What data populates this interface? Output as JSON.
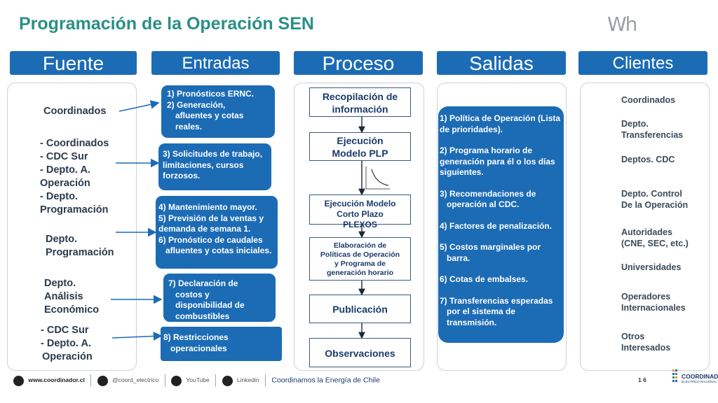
{
  "title": "Programación de la Operación SEN",
  "logo_text": "Wh",
  "headers": [
    "Fuente",
    "Entradas",
    "Proceso",
    "Salidas",
    "Clientes"
  ],
  "sources": [
    [
      "Coordinados"
    ],
    [
      "- Coordinados",
      "- CDC Sur",
      "- Depto. A.",
      "Operación",
      "- Depto.",
      "Programación"
    ],
    [
      "Depto.",
      "Programación"
    ],
    [
      "Depto.",
      "Análisis",
      "Económico"
    ],
    [
      "- CDC Sur",
      "- Depto. A.",
      "Operación"
    ]
  ],
  "inputs": [
    [
      "1) Pronósticos ERNC.",
      "2) Generación,",
      "afluentes y cotas",
      "reales."
    ],
    [
      "3) Solicitudes de trabajo,",
      "limitaciones, cursos",
      "forzosos."
    ],
    [
      "4) Mantenimiento mayor.",
      "5) Previsión de la ventas y",
      "demanda de semana 1.",
      "6) Pronóstico de caudales",
      "afluentes y cotas iniciales."
    ],
    [
      "7) Declaración de",
      "costos y",
      "disponibilidad de",
      "combustibles"
    ],
    [
      "8) Restricciones",
      "operacionales"
    ]
  ],
  "process": [
    [
      "Recopilación de",
      "información"
    ],
    [
      "Ejecución",
      "Modelo PLP"
    ],
    [
      "Ejecución Modelo",
      "Corto Plazo",
      "PLEXOS"
    ],
    [
      "Elaboración de",
      "Políticas de Operación",
      "y Programa de",
      "generación horario"
    ],
    [
      "Publicación"
    ],
    [
      "Observaciones"
    ]
  ],
  "outputs": [
    [
      "1) Política de Operación (Lista",
      "de prioridades)."
    ],
    [
      "2) Programa horario de",
      "generación para él o los días",
      "siguientes."
    ],
    [
      "3) Recomendaciones de",
      "operación al CDC."
    ],
    [
      "4) Factores de penalización."
    ],
    [
      "5) Costos marginales por",
      "barra."
    ],
    [
      "6) Cotas de  embalses."
    ],
    [
      "7) Transferencias esperadas",
      "por el sistema de",
      "transmisión."
    ]
  ],
  "clients": [
    [
      "Coordinados"
    ],
    [
      "Depto.",
      "Transferencias"
    ],
    [
      "Deptos. CDC"
    ],
    [
      "Depto. Control",
      "De la Operación"
    ],
    [
      "Autoridades",
      "(CNE, SEC, etc.)"
    ],
    [
      "Universidades"
    ],
    [
      "Operadores",
      "Internacionales"
    ],
    [
      "Otros",
      "Interesados"
    ]
  ],
  "footer": {
    "website": "www.coordinador.cl",
    "twitter": "@coord_electrico",
    "youtube": "YouTube",
    "linkedin": "Linkedin",
    "slogan": "Coordinamos la Energía de Chile",
    "page": "1 6",
    "brand": "COORDINADOR",
    "brand_sub": "ELÉCTRICO NACIONAL"
  },
  "colors": {
    "title": "#2a8f86",
    "header": "#1c6bb5",
    "box": "#1c6bb5"
  }
}
